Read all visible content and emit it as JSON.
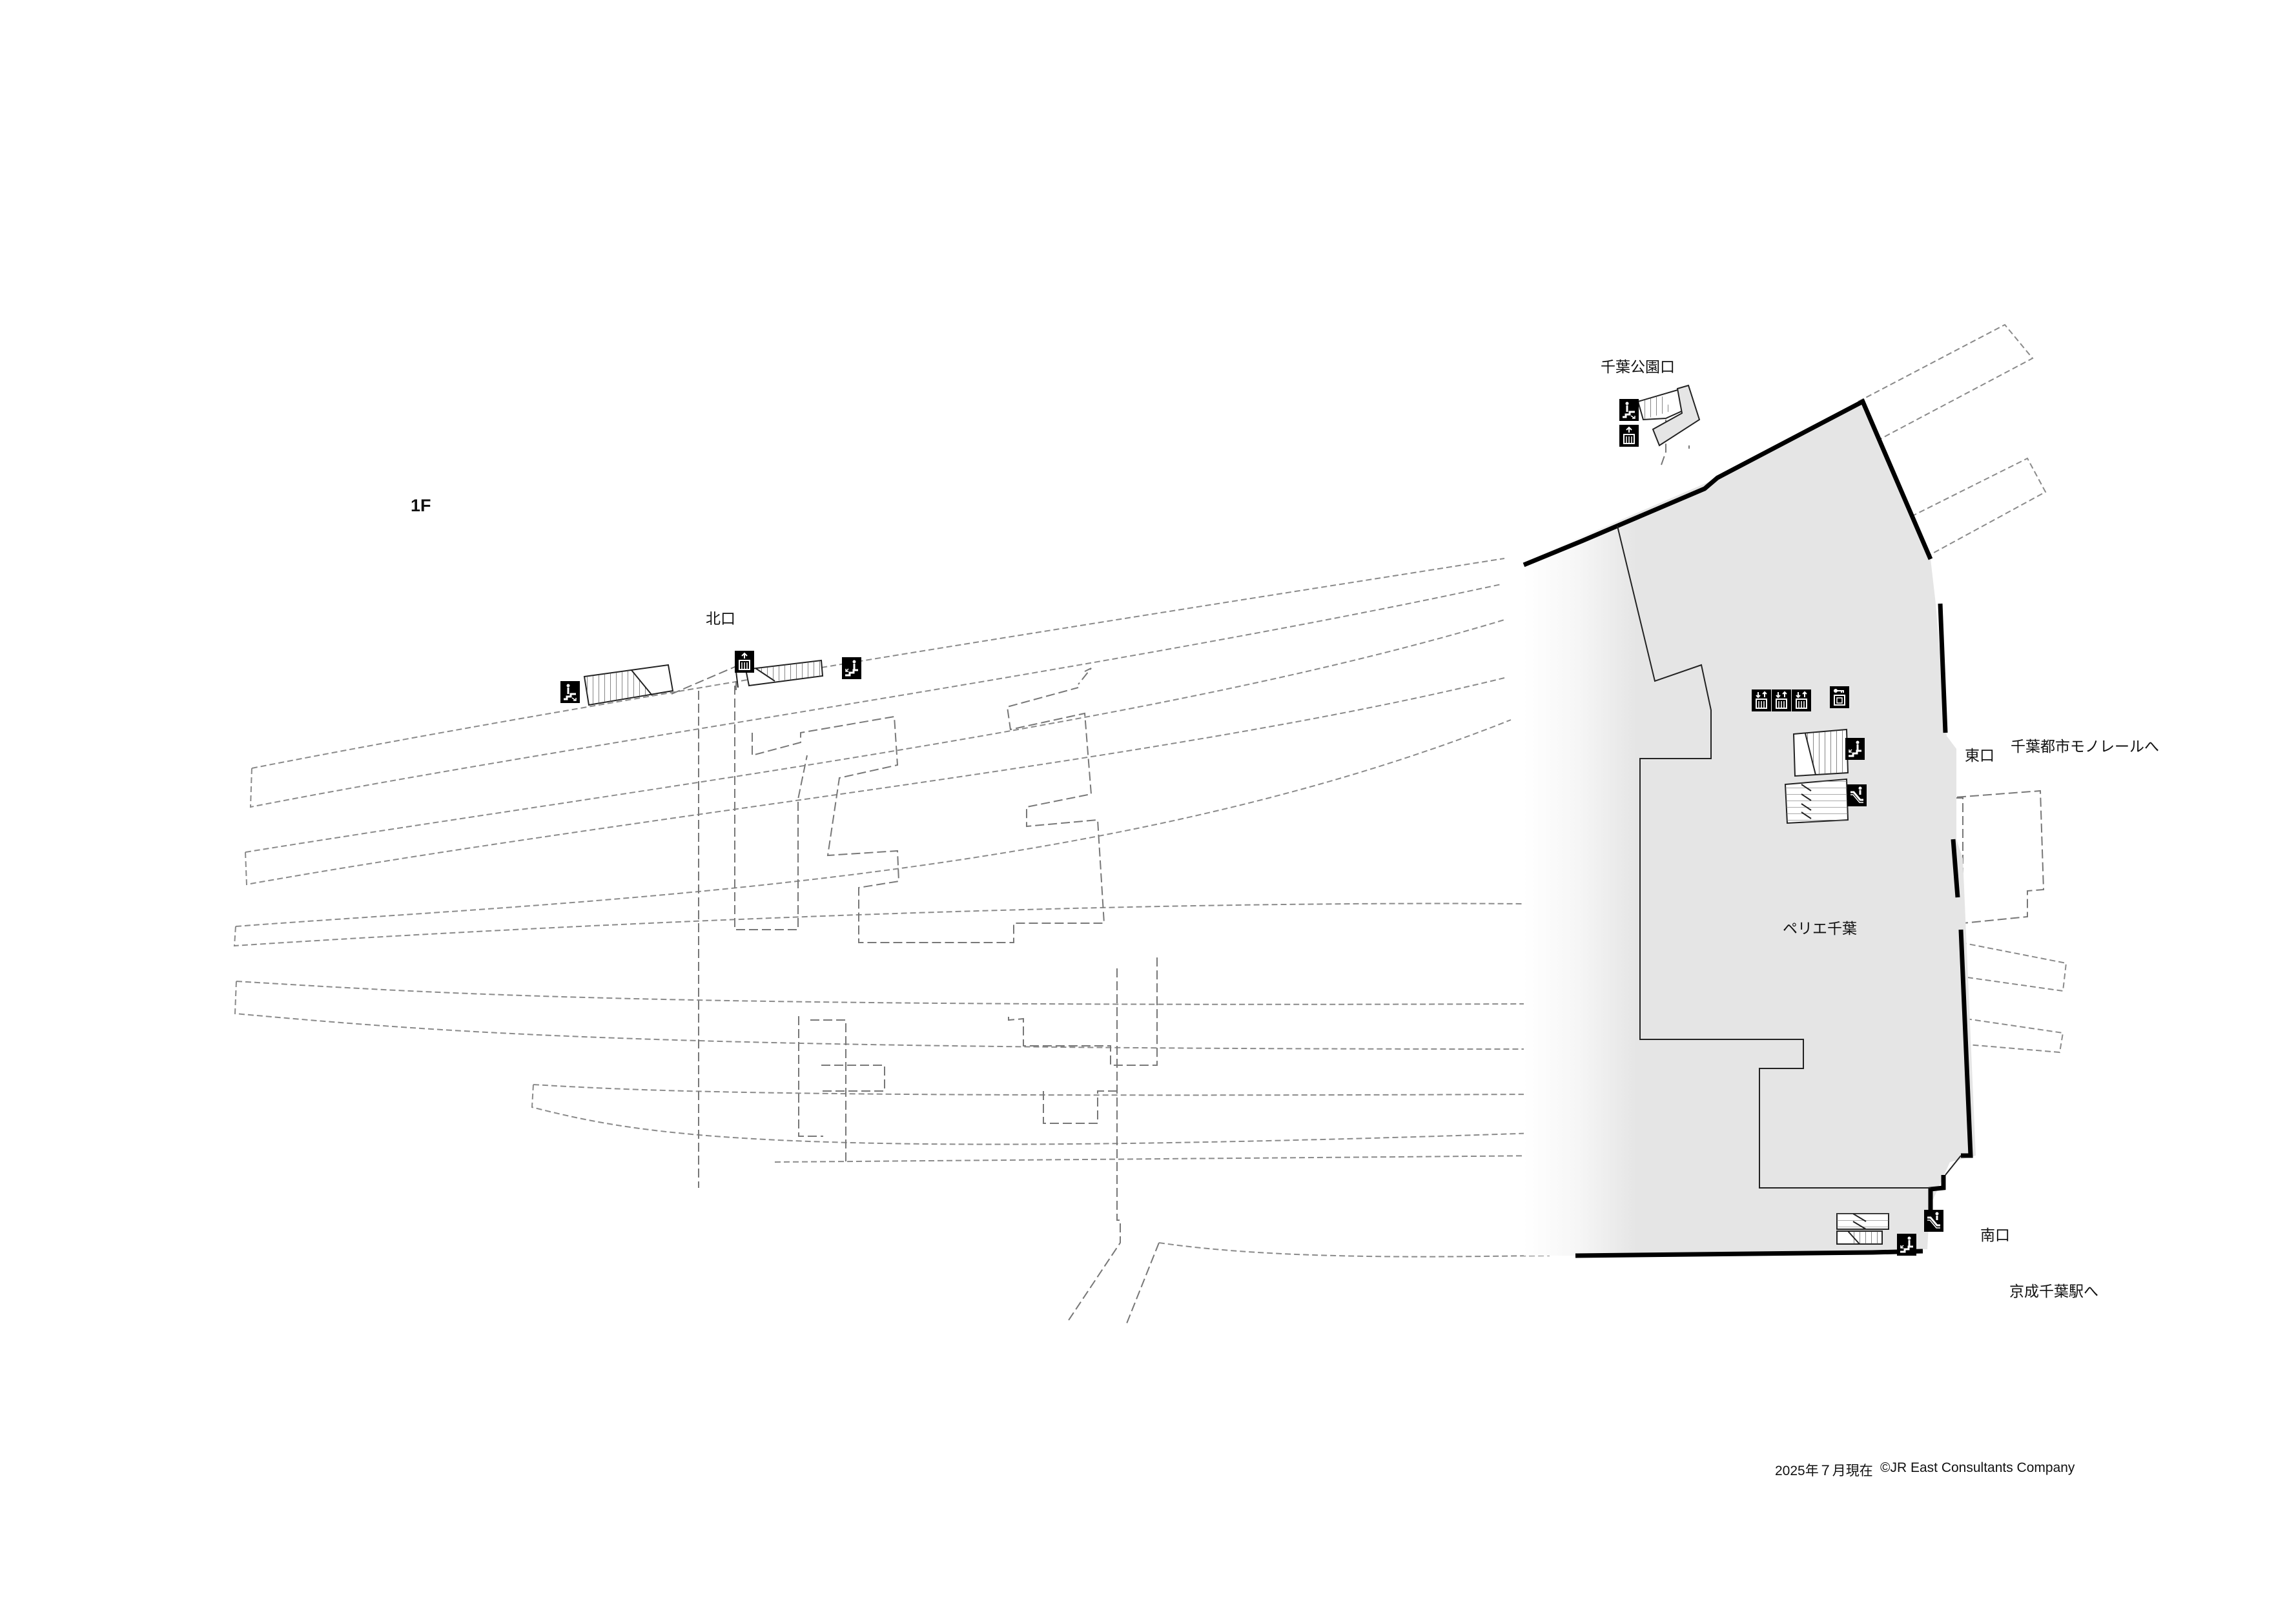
{
  "map": {
    "floor_label": "1F",
    "building_name": "ペリエ千葉",
    "exits": {
      "north": "北口",
      "chiba_park": "千葉公園口",
      "east": "東口",
      "south": "南口"
    },
    "directions": {
      "monorail": "千葉都市モノレールへ",
      "keisei": "京成千葉駅へ"
    },
    "colors": {
      "building_fill": "#e5e5e5",
      "wall": "#000000",
      "track_line": "#8a8a8a",
      "icon_bg": "#000000"
    },
    "icons": [
      {
        "id": "stairs-up-north-west",
        "type": "stairs-icon"
      },
      {
        "id": "elevator-north",
        "type": "elevator-icon"
      },
      {
        "id": "stairs-north-east",
        "type": "stairs-icon"
      },
      {
        "id": "stairs-chiba-park",
        "type": "stairs-icon"
      },
      {
        "id": "elevator-chiba-park",
        "type": "elevator-icon"
      },
      {
        "id": "elevator-east-1",
        "type": "elevator-icon"
      },
      {
        "id": "elevator-east-2",
        "type": "elevator-icon"
      },
      {
        "id": "elevator-east-3",
        "type": "elevator-icon"
      },
      {
        "id": "coin-locker-east",
        "type": "locker-icon"
      },
      {
        "id": "stairs-east",
        "type": "stairs-icon"
      },
      {
        "id": "escalator-east",
        "type": "escalator-icon"
      },
      {
        "id": "escalator-south",
        "type": "escalator-icon"
      },
      {
        "id": "stairs-south",
        "type": "stairs-icon"
      }
    ]
  },
  "footer": {
    "date": "2025年７月現在",
    "copyright": "©JR East Consultants Company"
  }
}
